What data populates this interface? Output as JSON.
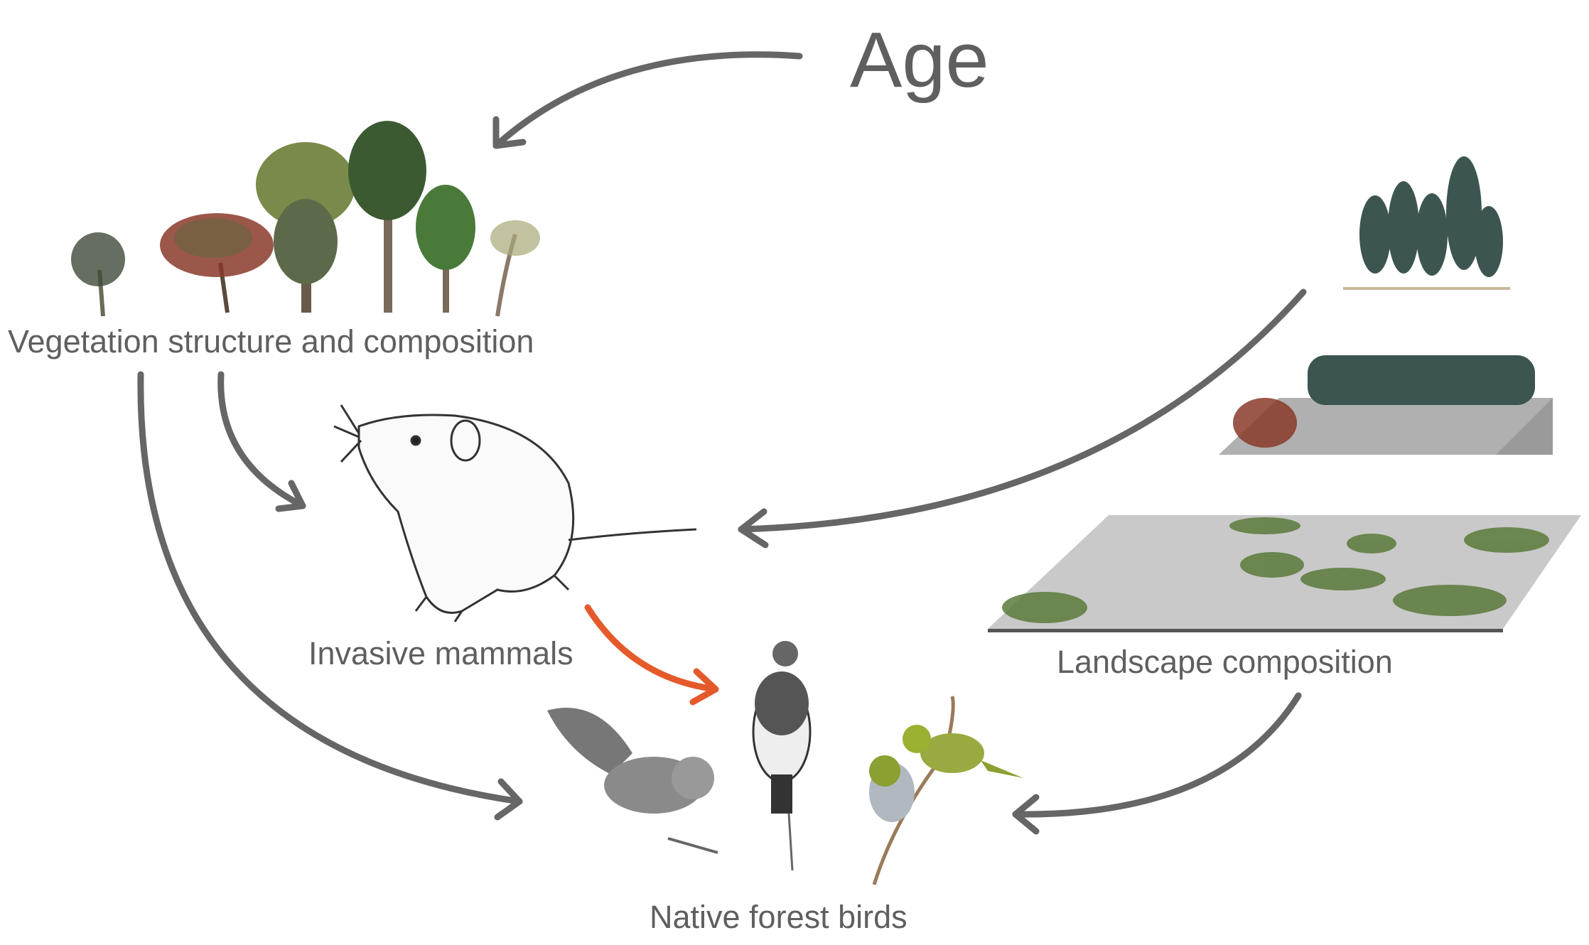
{
  "title": "Age",
  "nodes": {
    "vegetation": "Vegetation structure and composition",
    "mammals": "Invasive mammals",
    "landscape": "Landscape composition",
    "birds": "Native forest birds"
  },
  "colors": {
    "text": "#5f5f5f",
    "arrow": "#666666",
    "highlight_arrow": "#e55a2b"
  },
  "edges": [
    {
      "from": "Age",
      "to": "Vegetation structure and composition"
    },
    {
      "from": "Vegetation structure and composition",
      "to": "Invasive mammals"
    },
    {
      "from": "Vegetation structure and composition",
      "to": "Native forest birds"
    },
    {
      "from": "Landscape composition",
      "to": "Invasive mammals"
    },
    {
      "from": "Invasive mammals",
      "to": "Native forest birds",
      "highlight": true
    },
    {
      "from": "Landscape composition",
      "to": "Native forest birds"
    }
  ]
}
